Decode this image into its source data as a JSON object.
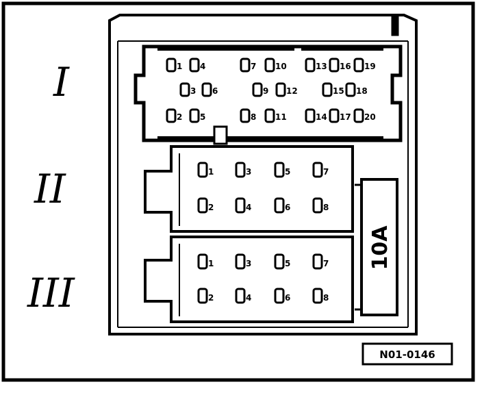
{
  "roman_labels": {
    "block1": "I",
    "block2": "II",
    "block3": "III"
  },
  "fuse": {
    "label": "10A"
  },
  "reference_code": "N01-0146",
  "block1": {
    "pins": [
      "1",
      "4",
      "7",
      "10",
      "13",
      "16",
      "19",
      "3",
      "6",
      "9",
      "12",
      "15",
      "18",
      "2",
      "5",
      "8",
      "11",
      "14",
      "17",
      "20"
    ]
  },
  "block2": {
    "pins": [
      "1",
      "3",
      "5",
      "7",
      "2",
      "4",
      "6",
      "8"
    ]
  },
  "block3": {
    "pins": [
      "1",
      "3",
      "5",
      "7",
      "2",
      "4",
      "6",
      "8"
    ]
  },
  "colors": {
    "ink": "#000000",
    "fill": "#ffffff"
  }
}
